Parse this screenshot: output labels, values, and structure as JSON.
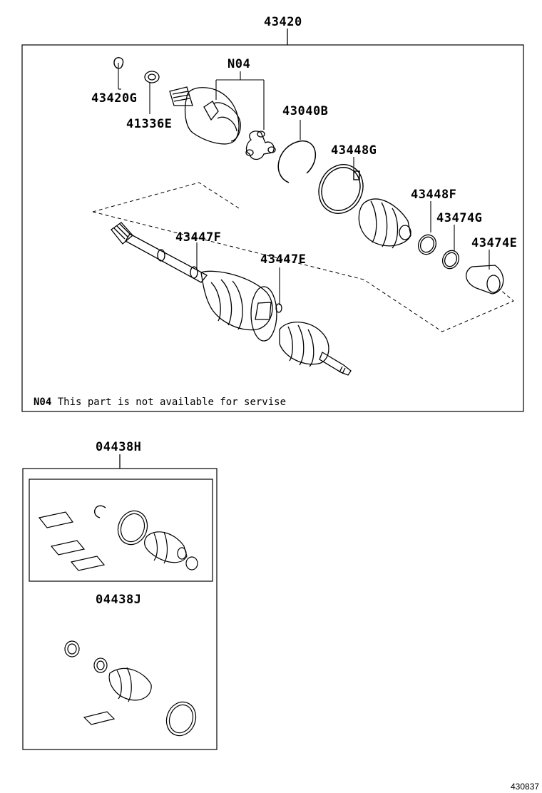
{
  "assembly": {
    "main_part": "43420",
    "note_code": "N04",
    "note_text": "This part is not available for servise",
    "parts": {
      "p43420G": "43420G",
      "p41336E": "41336E",
      "pN04": "N04",
      "p43040B": "43040B",
      "p43448G": "43448G",
      "p43448F": "43448F",
      "p43474G": "43474G",
      "p43474E": "43474E",
      "p43447F": "43447F",
      "p43447E": "43447E"
    }
  },
  "kits": {
    "outer_kit": "04438H",
    "inner_kit": "04438J"
  },
  "doc_id": "430837",
  "colors": {
    "line": "#000000",
    "background": "#ffffff"
  }
}
